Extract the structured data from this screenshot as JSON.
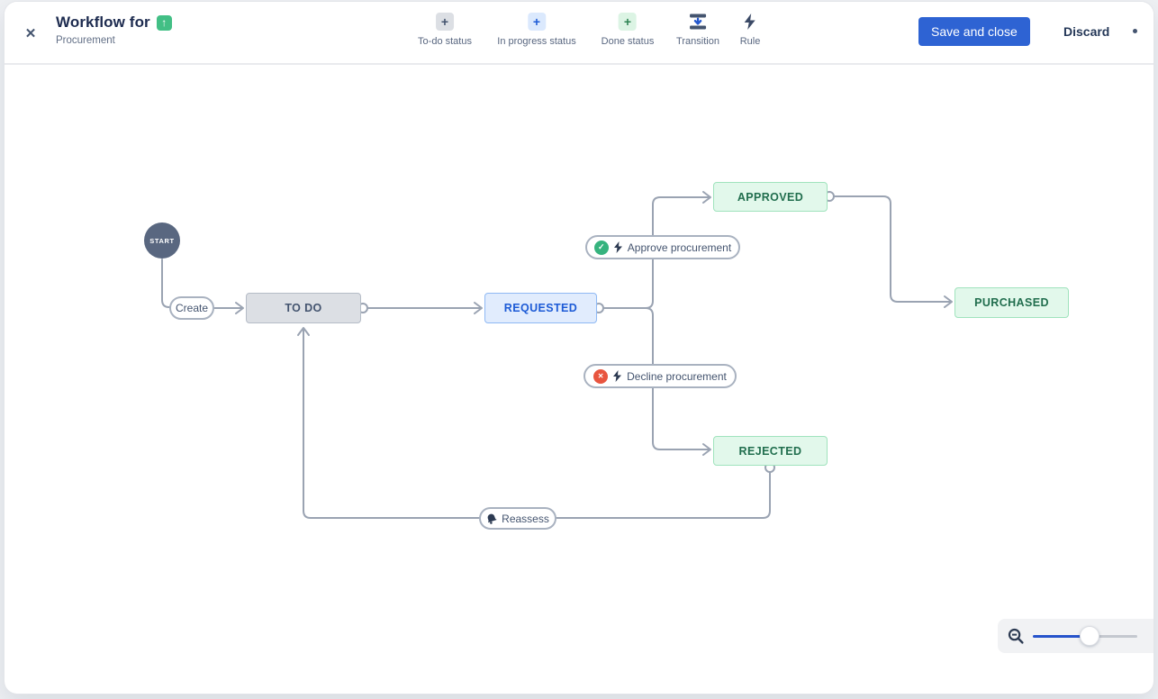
{
  "header": {
    "close_icon": "✕",
    "title": "Workflow for",
    "title_icon": "↑",
    "subtitle": "Procurement",
    "actions": {
      "save": "Save and close",
      "discard": "Discard"
    }
  },
  "toolbar": {
    "items": [
      {
        "label": "To-do status",
        "icon": "plus",
        "plus": "+"
      },
      {
        "label": "In progress status",
        "icon": "plus",
        "plus": "+"
      },
      {
        "label": "Done status",
        "icon": "plus",
        "plus": "+"
      },
      {
        "label": "Transition",
        "icon": "transition-arrow"
      },
      {
        "label": "Rule",
        "icon": "lightning-bolt"
      }
    ]
  },
  "diagram": {
    "start_label": "START",
    "statuses": [
      {
        "name": "TO DO",
        "category": "todo"
      },
      {
        "name": "REQUESTED",
        "category": "in-progress"
      },
      {
        "name": "APPROVED",
        "category": "done"
      },
      {
        "name": "PURCHASED",
        "category": "done"
      },
      {
        "name": "REJECTED",
        "category": "done"
      }
    ],
    "transitions": [
      {
        "label": "Create",
        "from": "START",
        "to": "TO DO"
      },
      {
        "label": "Approve procurement",
        "from": "REQUESTED",
        "to": "APPROVED",
        "badge": "success-check",
        "badge_glyph": "✓",
        "has_rule": true
      },
      {
        "label": "Decline procurement",
        "from": "REQUESTED",
        "to": "REJECTED",
        "badge": "failure-cross",
        "badge_glyph": "✕",
        "has_rule": true
      },
      {
        "label": "Reassess",
        "from": "REJECTED",
        "to": "TO DO",
        "badge": "notification-bell"
      }
    ]
  },
  "zoom_control": {
    "zoom_out_icon": "magnifier-minus",
    "value_fraction": 0.55
  },
  "colors": {
    "primary_button": "#2e63d3",
    "status_todo_bg": "#dcdfe4",
    "status_todo_text": "#44546f",
    "status_inprogress_bg": "#e1ecfd",
    "status_inprogress_text": "#1d5bd6",
    "status_done_bg": "#e2f8eb",
    "status_done_text": "#216e4e",
    "connector_gray": "#9aa3b2",
    "success_green": "#36b37e",
    "failure_red": "#e8553f",
    "start_node": "#596780",
    "slider_blue": "#2653cb"
  }
}
